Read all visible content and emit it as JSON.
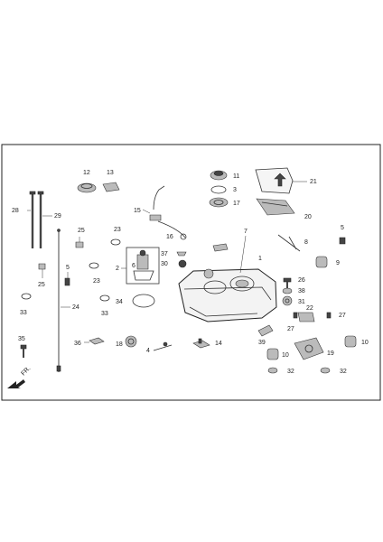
{
  "diagram": {
    "direction_label": "FR.",
    "callouts": [
      "1",
      "2",
      "3",
      "4",
      "5",
      "5",
      "6",
      "7",
      "8",
      "9",
      "10",
      "10",
      "11",
      "12",
      "13",
      "14",
      "15",
      "16",
      "17",
      "18",
      "19",
      "20",
      "21",
      "22",
      "23",
      "23",
      "24",
      "25",
      "25",
      "26",
      "27",
      "27",
      "28",
      "29",
      "30",
      "31",
      "32",
      "32",
      "33",
      "33",
      "34",
      "35",
      "36",
      "37",
      "38",
      "39"
    ]
  }
}
